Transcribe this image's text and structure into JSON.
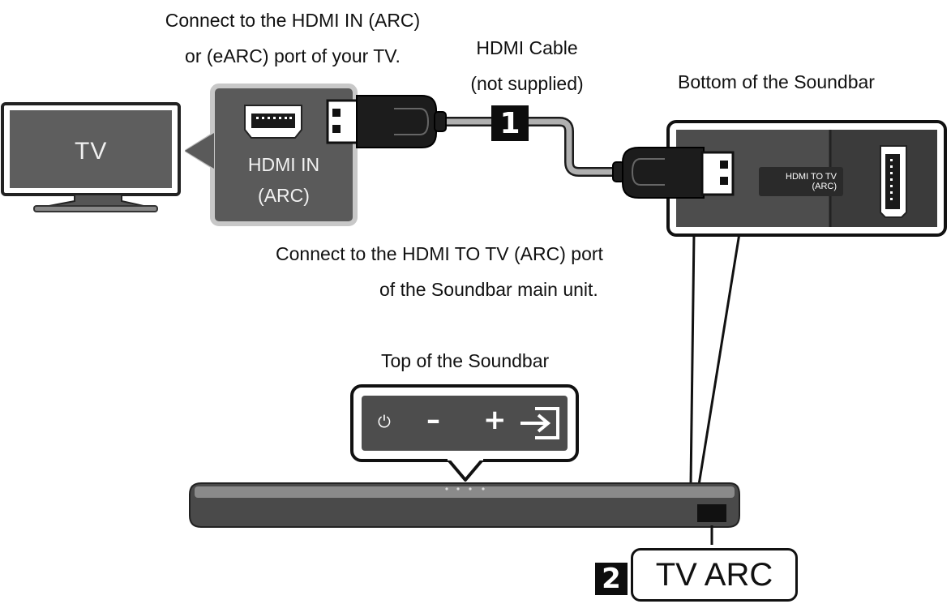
{
  "labels": {
    "connect_tv_line1": "Connect to the HDMI IN (ARC)",
    "connect_tv_line2": "or (eARC) port of your TV.",
    "cable_line1": "HDMI Cable",
    "cable_line2": "(not supplied)",
    "bottom_soundbar": "Bottom of the Soundbar",
    "connect_sb_line1": "Connect to the HDMI TO TV (ARC) port",
    "connect_sb_line2": "of the Soundbar main unit.",
    "top_soundbar": "Top of the Soundbar"
  },
  "tv": {
    "label": "TV"
  },
  "tv_port": {
    "line1": "HDMI IN",
    "line2": "(ARC)"
  },
  "soundbar_port": {
    "line1": "HDMI TO  TV",
    "line2": "(ARC)"
  },
  "steps": {
    "step1": "1",
    "step2": "2"
  },
  "tv_arc_label": "TV ARC",
  "buttons": {
    "power": "⏻",
    "minus": "–",
    "plus": "+"
  },
  "colors": {
    "panel_dark": "#5a5a5a",
    "panel_border": "#c8c8c8",
    "cable_gray": "#b0b0b0",
    "plug_dark": "#1c1c1c",
    "soundbar_body": "#4a4a4a"
  }
}
